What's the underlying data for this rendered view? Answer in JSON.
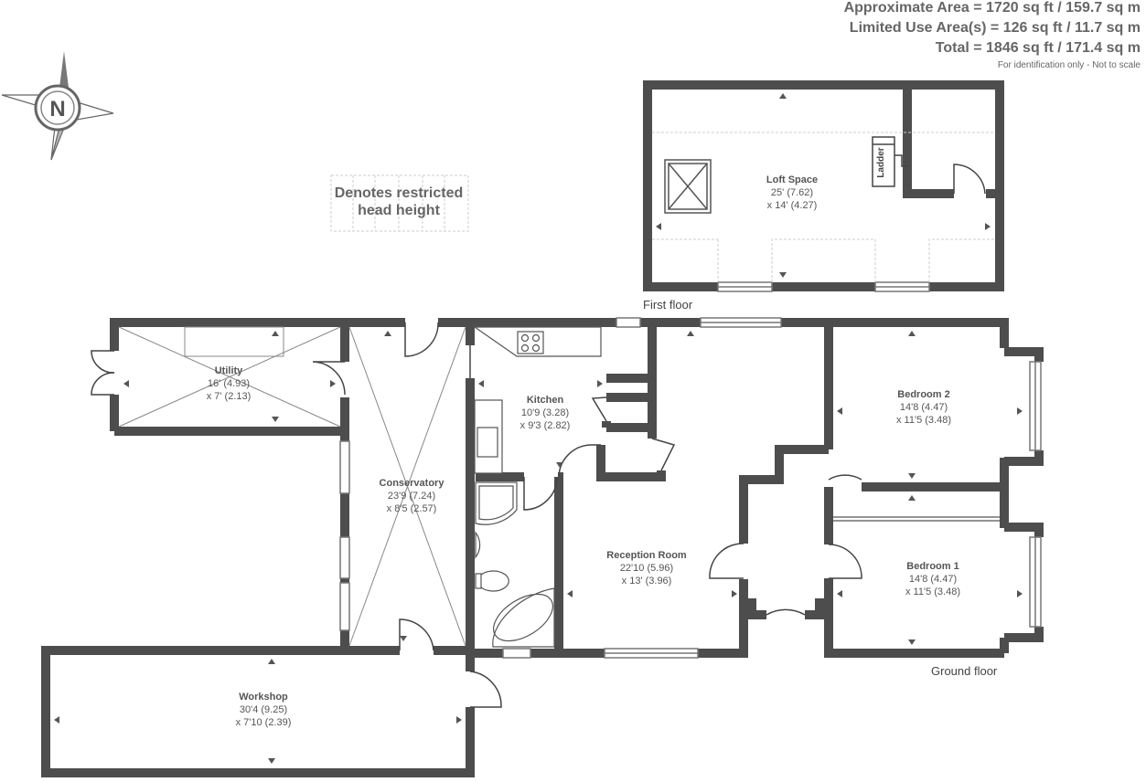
{
  "area_summary": {
    "approximate": "Approximate Area = 1720 sq ft / 159.7 sq m",
    "limited": "Limited Use Area(s) = 126 sq ft / 11.7 sq m",
    "total": "Total = 1846 sq ft / 171.4 sq m",
    "note": "For identification only - Not to scale"
  },
  "compass": {
    "letter": "N"
  },
  "legend": {
    "line1": "Denotes restricted",
    "line2": "head height"
  },
  "floors": {
    "first": "First floor",
    "ground": "Ground floor"
  },
  "rooms": {
    "loft": {
      "name": "Loft Space",
      "dim1": "25' (7.62)",
      "dim2": "x 14' (4.27)",
      "ladder": "Ladder"
    },
    "utility": {
      "name": "Utility",
      "dim1": "16' (4.93)",
      "dim2": "x 7' (2.13)"
    },
    "conservatory": {
      "name": "Conservatory",
      "dim1": "23'9 (7.24)",
      "dim2": "x 8'5 (2.57)"
    },
    "kitchen": {
      "name": "Kitchen",
      "dim1": "10'9 (3.28)",
      "dim2": "x 9'3 (2.82)"
    },
    "reception": {
      "name": "Reception Room",
      "dim1": "22'10 (5.96)",
      "dim2": "x 13' (3.96)"
    },
    "bedroom2": {
      "name": "Bedroom 2",
      "dim1": "14'8 (4.47)",
      "dim2": "x 11'5 (3.48)"
    },
    "bedroom1": {
      "name": "Bedroom 1",
      "dim1": "14'8 (4.47)",
      "dim2": "x 11'5 (3.48)"
    },
    "workshop": {
      "name": "Workshop",
      "dim1": "30'4 (9.25)",
      "dim2": "x 7'10 (2.39)"
    }
  },
  "colors": {
    "wall": "#4d4d4d",
    "text": "#555555",
    "dashed": "#cccccc",
    "compass": "#555555"
  }
}
